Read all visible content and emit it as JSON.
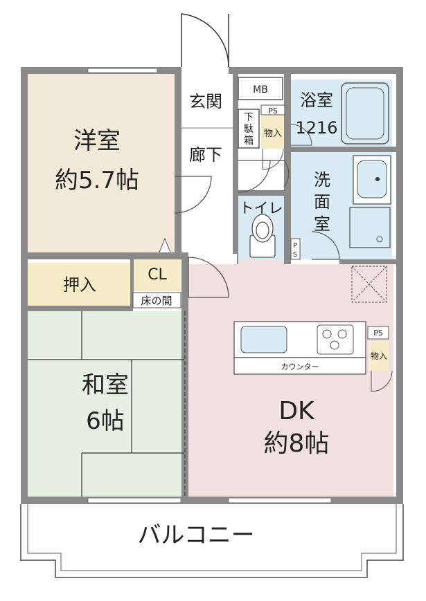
{
  "rooms": {
    "western": {
      "name": "洋室",
      "size": "約5.7帖"
    },
    "japanese": {
      "name": "和室",
      "size": "6帖"
    },
    "dk": {
      "name": "DK",
      "size": "約8帖"
    },
    "entrance": "玄関",
    "hallway": "廊下",
    "bath": {
      "name": "浴室",
      "size": "1216"
    },
    "washroom": [
      "洗",
      "面",
      "室"
    ],
    "toilet": "トイレ",
    "closet_oshiire": "押入",
    "cl": "CL",
    "tokonoma": "床の間",
    "balcony": "バルコニー"
  },
  "fixtures": {
    "mb": "MB",
    "ps_top": "PS",
    "ps_kitchen": "PS",
    "ps_wash": [
      "P",
      "S"
    ],
    "shoe_box": [
      "下",
      "駄",
      "箱"
    ],
    "storage_entry": "物入",
    "storage_kitchen": "物入",
    "counter": "カウンター"
  },
  "colors": {
    "western_floor": "#f3e9d9",
    "japanese_floor": "#e6f0e3",
    "dk_floor": "#f3e1e1",
    "wet_area": "#d9ebf5",
    "storage": "#f7ecc8",
    "wall": "#8a8a8a"
  }
}
